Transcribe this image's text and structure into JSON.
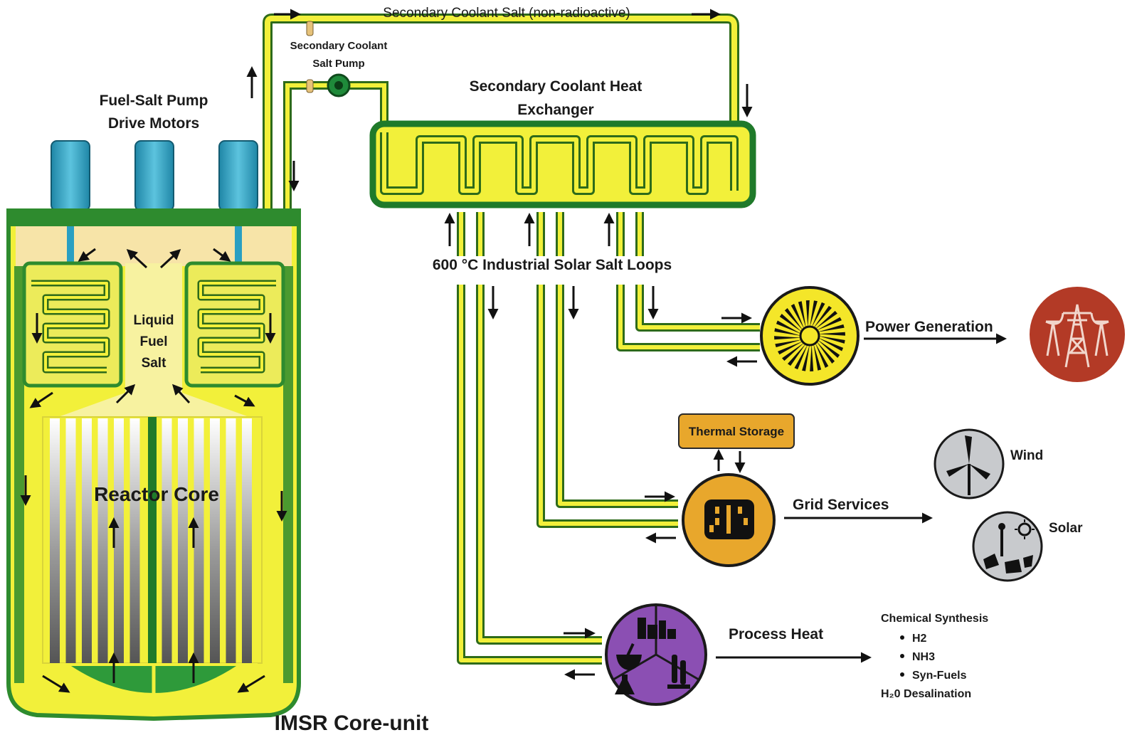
{
  "labels": {
    "secondary_coolant_salt": "Secondary Coolant Salt (non-radioactive)",
    "secondary_pump_line1": "Secondary Coolant",
    "secondary_pump_line2": "Salt Pump",
    "heat_exchanger_line1": "Secondary Coolant Heat",
    "heat_exchanger_line2": "Exchanger",
    "drive_motors_line1": "Fuel-Salt Pump",
    "drive_motors_line2": "Drive Motors",
    "liquid_fuel_line1": "Liquid",
    "liquid_fuel_line2": "Fuel",
    "liquid_fuel_line3": "Salt",
    "reactor_core": "Reactor Core",
    "core_unit": "IMSR Core-unit",
    "solar_salt_loops": "600 °C Industrial Solar Salt Loops",
    "power_generation": "Power Generation",
    "thermal_storage": "Thermal Storage",
    "grid_services": "Grid Services",
    "wind": "Wind",
    "solar": "Solar",
    "process_heat": "Process Heat"
  },
  "process_heat_uses": {
    "heading": "Chemical Synthesis",
    "items": [
      "H2",
      "NH3",
      "Syn-Fuels"
    ],
    "desalination": "H₂0 Desalination"
  },
  "icons": {
    "turbine": "turbine-fan-icon",
    "transmission": "transmission-tower-icon",
    "grid": "battery-grid-icon",
    "wind": "wind-turbine-icon",
    "solar": "solar-panel-icon",
    "process": "chemistry-lab-icon"
  },
  "colors": {
    "vessel_green": "#2e8b2e",
    "salt_yellow": "#f2f03a",
    "pale_yellow": "#f7f2a0",
    "motor_blue": "#2a9fc2",
    "power_red": "#b33a26",
    "grid_orange": "#e8a72c",
    "process_purple": "#8b4fb3",
    "turbine_yellow": "#f4e629"
  }
}
